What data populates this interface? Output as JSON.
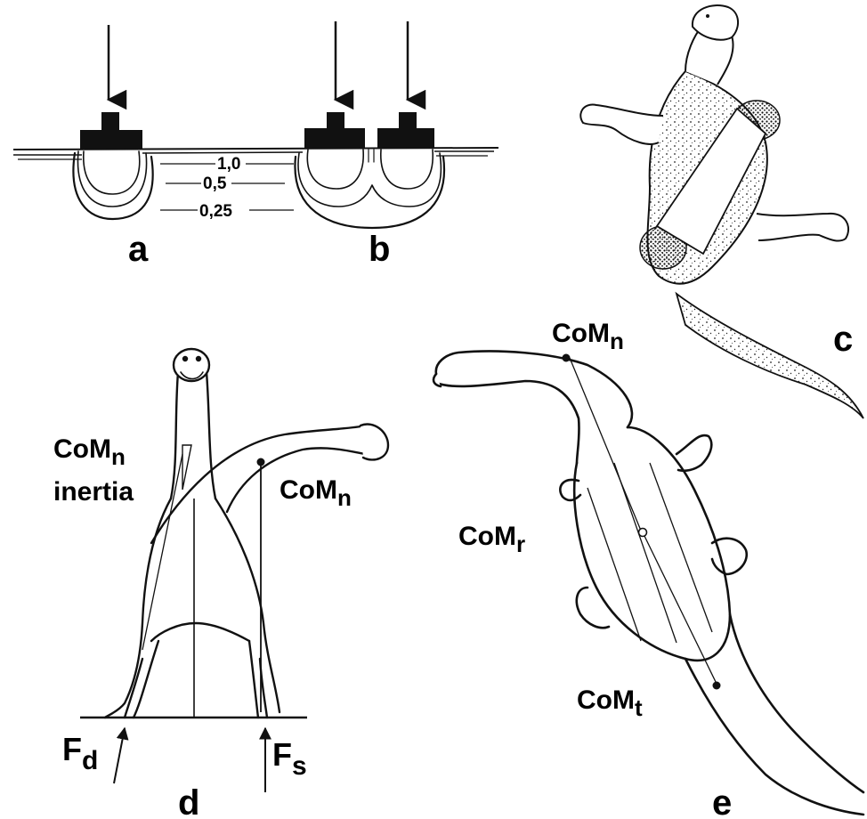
{
  "panels": {
    "a": {
      "letter": "a",
      "pressure_labels": [
        "1,0",
        "0,5",
        "0,25"
      ]
    },
    "b": {
      "letter": "b"
    },
    "c": {
      "letter": "c"
    },
    "d": {
      "letter": "d",
      "com_neck_inertia": {
        "main": "CoM",
        "sub": "n",
        "line2": "inertia"
      },
      "com_neck": {
        "main": "CoM",
        "sub": "n"
      },
      "force_d": {
        "main": "F",
        "sub": "d"
      },
      "force_s": {
        "main": "F",
        "sub": "s"
      }
    },
    "e": {
      "letter": "e",
      "com_neck": {
        "main": "CoM",
        "sub": "n"
      },
      "com_r": {
        "main": "CoM",
        "sub": "r"
      },
      "com_t": {
        "main": "CoM",
        "sub": "t"
      }
    }
  },
  "colors": {
    "ink": "#111111",
    "background": "#ffffff"
  }
}
